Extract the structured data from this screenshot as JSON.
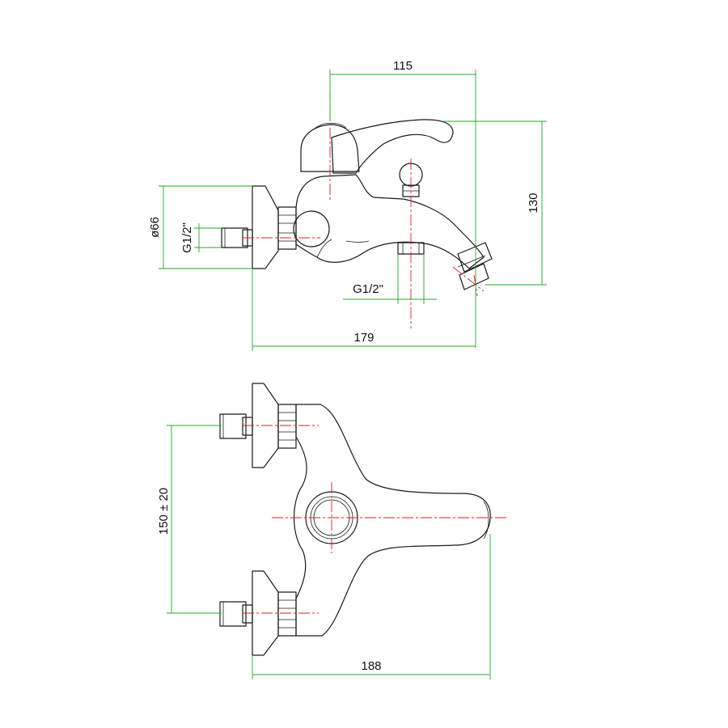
{
  "drawing": {
    "side_view": {
      "dim_top": "115",
      "dim_height": "130",
      "dim_flange_diameter": "ø66",
      "dim_inlet_thread": "G1/2\"",
      "dim_outlet_thread": "G1/2\"",
      "dim_width": "179"
    },
    "top_view": {
      "dim_spacing": "150 ± 20",
      "dim_width": "188"
    }
  },
  "colors": {
    "outline": "#1a1a1a",
    "dimension_lines": "#2aa52a",
    "center_lines": "#d42020"
  }
}
